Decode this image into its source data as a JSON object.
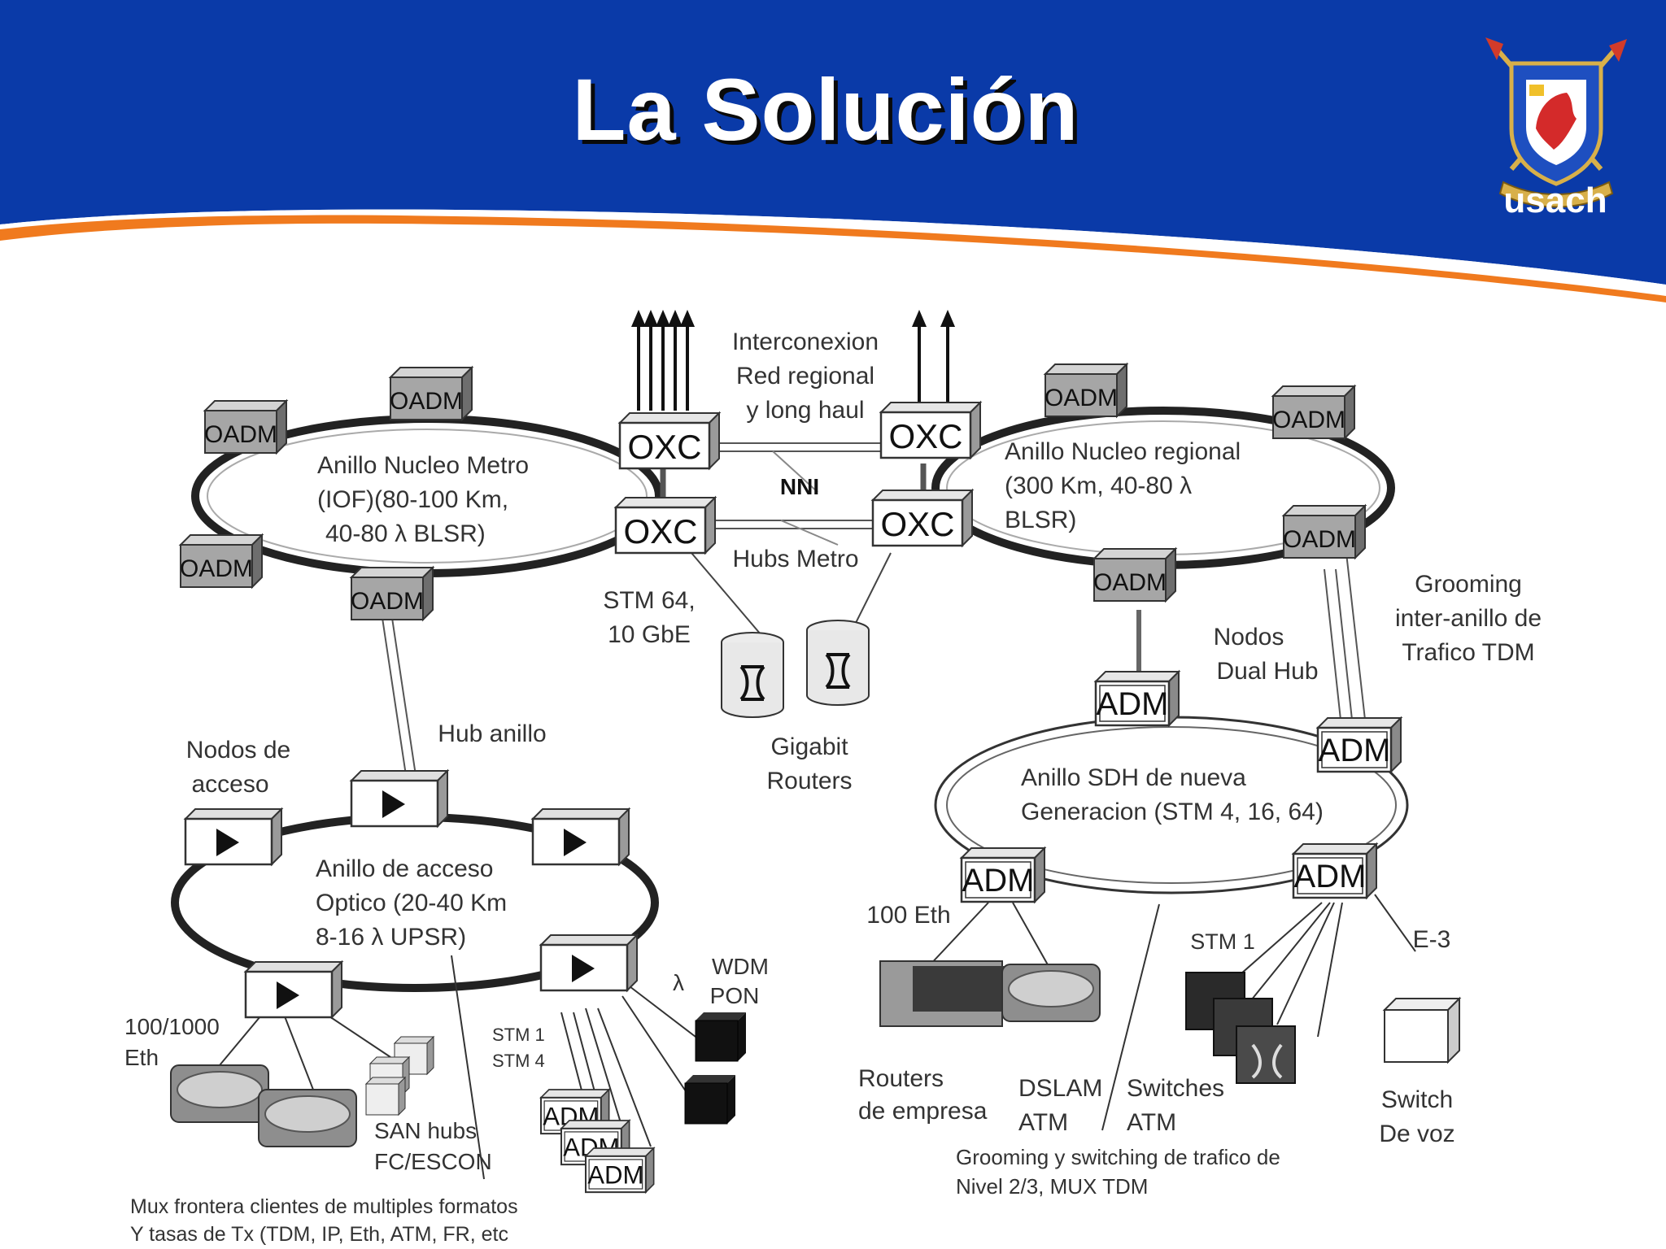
{
  "slide": {
    "title": "La Solución",
    "logo_text": "usach",
    "colors": {
      "header_blue": "#0a3aa8",
      "accent_orange": "#f07a1e",
      "title_white": "#ffffff"
    }
  },
  "diagram": {
    "labels": {
      "interconexion_1": "Interconexion",
      "interconexion_2": "Red regional",
      "interconexion_3": "y long haul",
      "nni": "NNI",
      "hubs_metro": "Hubs Metro",
      "metro_ring_1": "Anillo Nucleo Metro",
      "metro_ring_2": "(IOF)(80-100 Km,",
      "metro_ring_3": "40-80 λ BLSR)",
      "regional_ring_1": "Anillo Nucleo regional",
      "regional_ring_2": "(300 Km, 40-80 λ",
      "regional_ring_3": "BLSR)",
      "stm64_1": "STM 64,",
      "stm64_2": "10 GbE",
      "gigabit_1": "Gigabit",
      "gigabit_2": "Routers",
      "nodos_dual_1": "Nodos",
      "nodos_dual_2": "Dual Hub",
      "grooming_inter_1": "Grooming",
      "grooming_inter_2": "inter-anillo de",
      "grooming_inter_3": "Trafico TDM",
      "hub_anillo": "Hub anillo",
      "nodos_acceso_1": "Nodos de",
      "nodos_acceso_2": "acceso",
      "access_ring_1": "Anillo de acceso",
      "access_ring_2": "Optico (20-40 Km",
      "access_ring_3": "8-16 λ UPSR)",
      "sdh_ring_1": "Anillo SDH de nueva",
      "sdh_ring_2": "Generacion (STM 4, 16, 64)",
      "eth_100": "100 Eth",
      "stm1": "STM 1",
      "e3": "E-3",
      "wdm_1": "WDM",
      "wdm_2": "PON",
      "lambda": "λ",
      "eth_1000_1": "100/1000",
      "eth_1000_2": "Eth",
      "stm1_small": "STM 1",
      "stm4_small": "STM 4",
      "san_1": "SAN hubs",
      "san_2": "FC/ESCON",
      "routers_emp_1": "Routers",
      "routers_emp_2": "de empresa",
      "dslam_1": "DSLAM",
      "dslam_2": "ATM",
      "switches_1": "Switches",
      "switches_2": "ATM",
      "switch_voz_1": "Switch",
      "switch_voz_2": "De voz",
      "grooming_sw_1": "Grooming y switching de trafico de",
      "grooming_sw_2": "Nivel 2/3, MUX TDM",
      "mux_1": "Mux frontera clientes de multiples formatos",
      "mux_2": "Y tasas de Tx (TDM, IP, Eth, ATM, FR, etc"
    },
    "node_labels": {
      "oadm": "OADM",
      "oxc": "OXC",
      "adm": "ADM"
    }
  }
}
